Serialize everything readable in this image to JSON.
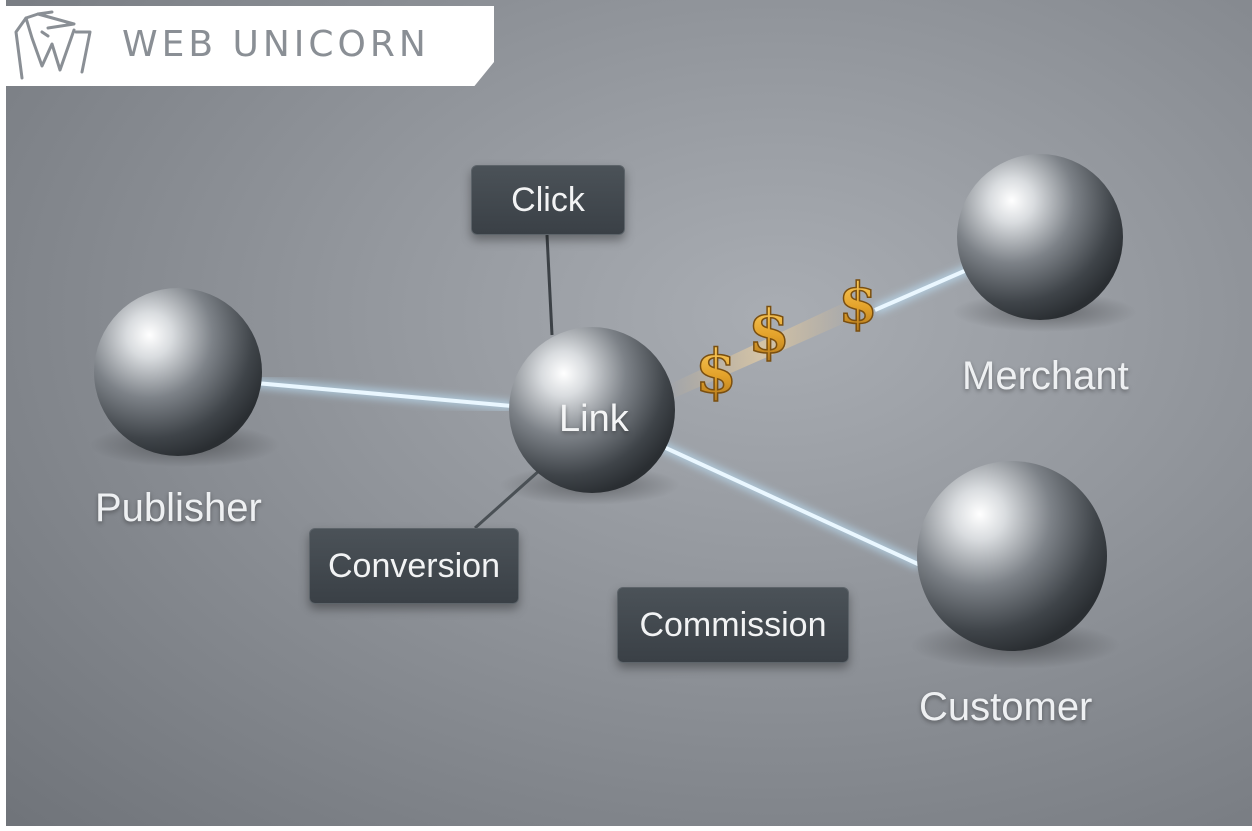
{
  "logo": {
    "text": "WEB UNICORN",
    "icon": "unicorn-head-icon"
  },
  "nodes": {
    "publisher": "Publisher",
    "link": "Link",
    "merchant": "Merchant",
    "customer": "Customer"
  },
  "tags": {
    "click": "Click",
    "conversion": "Conversion",
    "commission": "Commission"
  },
  "money": {
    "symbol": "$"
  },
  "colors": {
    "background": "#8f9399",
    "connector_glow": "#bfe6ff",
    "tag_fill": "#41474d",
    "money_gold": "#e0a52a"
  }
}
